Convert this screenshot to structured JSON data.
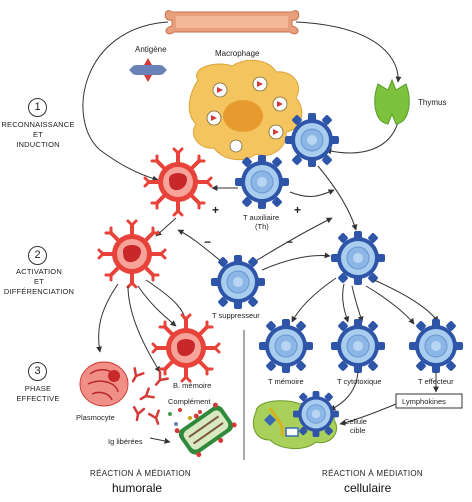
{
  "stages": [
    {
      "number": "1",
      "label_lines": [
        "RECONNAISSANCE",
        "ET",
        "INDUCTION"
      ]
    },
    {
      "number": "2",
      "label_lines": [
        "ACTIVATION",
        "ET",
        "DIFFÉRENCIATION"
      ]
    },
    {
      "number": "3",
      "label_lines": [
        "PHASE",
        "EFFECTIVE"
      ]
    }
  ],
  "labels": {
    "antigen": "Antigène",
    "macrophage": "Macrophage",
    "thymus": "Thymus",
    "t_helper_line1": "T auxiliaire",
    "t_helper_line2": "(Th)",
    "t_suppressor": "T suppresseur",
    "b_memory": "B. mémoire",
    "plasmocyte": "Plasmocyte",
    "complement": "Complément",
    "ig_released": "Ig libérées",
    "t_memory": "T mémoire",
    "t_cytotoxic": "T cytotoxique",
    "t_effector": "T effecteur",
    "lymphokines": "Lymphokines",
    "target_cell_line1": "Cellule",
    "target_cell_line2": "cible"
  },
  "signs": {
    "plus": "+",
    "minus": "−"
  },
  "bottom": {
    "humoral_small": "RÉACTION À MÉDIATION",
    "humoral_big": "humorale",
    "cellular_small": "RÉACTION À MÉDIATION",
    "cellular_big": "cellulaire"
  },
  "colors": {
    "b_cell": "#e8433a",
    "t_cell": "#3a5fb0",
    "t_cell_fill": "#a9cdef",
    "macrophage": "#f4c55e",
    "thymus": "#7cc23c",
    "bone": "#e8a07c"
  }
}
